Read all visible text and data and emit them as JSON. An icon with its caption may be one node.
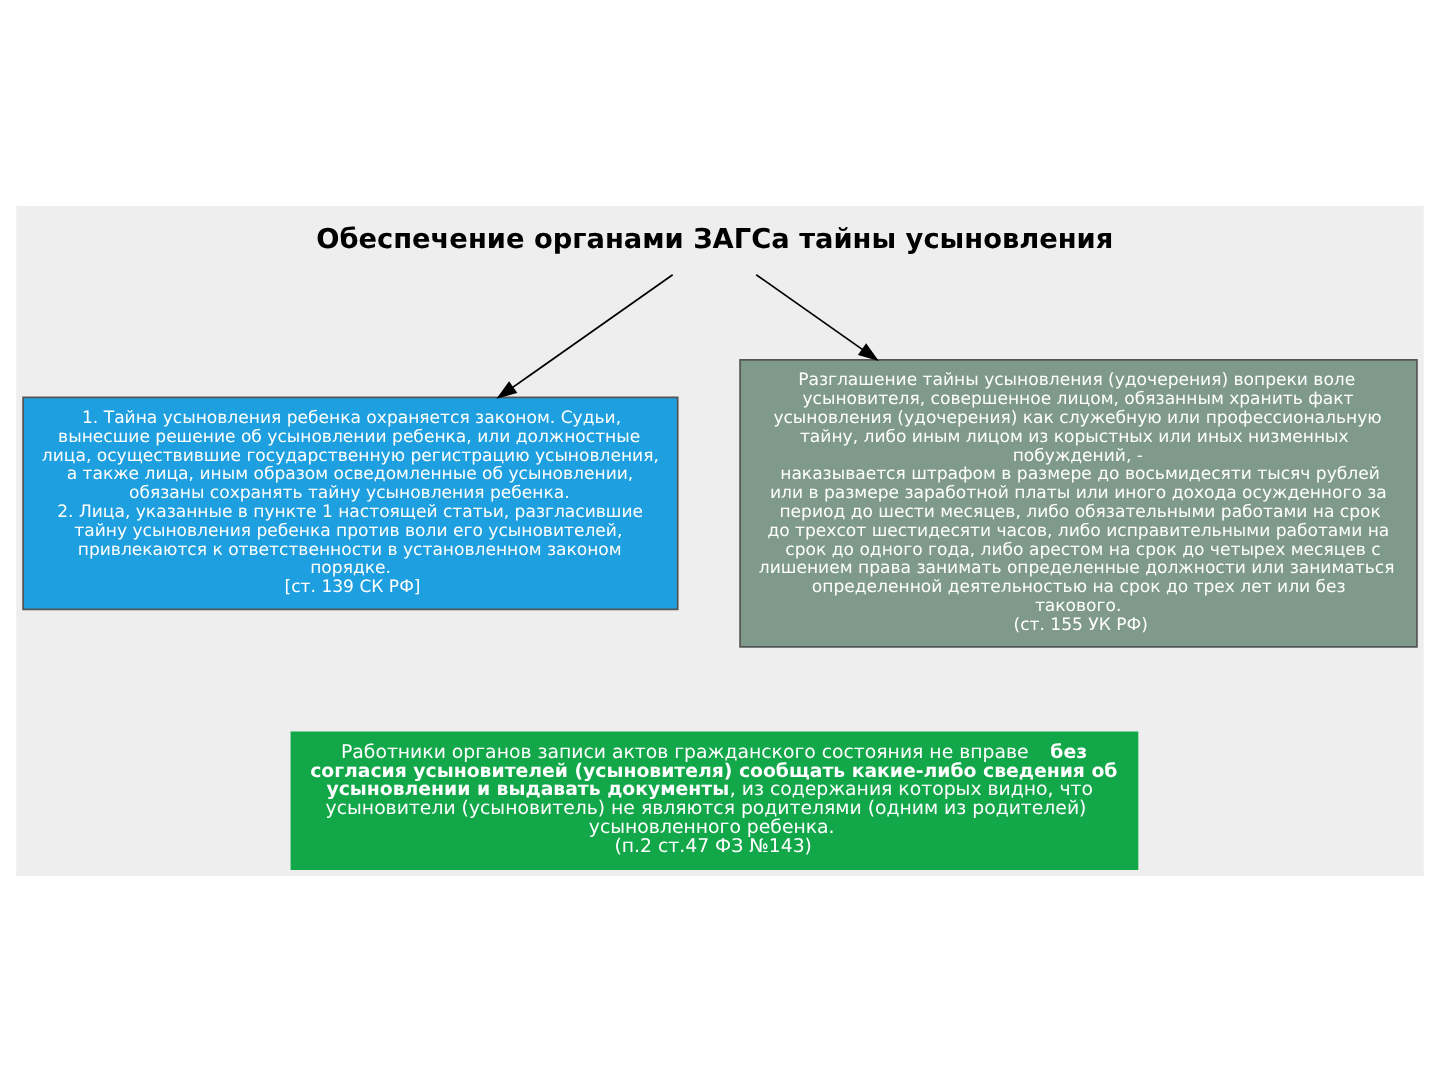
{
  "diagram": {
    "nodes": [
      {
        "text": [
          "Обеспечение органами ЗАГСа тайны усыновления"
        ]
      },
      {
        "text": [
          "1. Тайна усыновления ребенка охраняется законом. Судьи, вынесшие решение об усыновлении ребенка, или должностные лица, осуществившие государственную регистрацию усыновления, а также лица, иным образом осведомленные об усыновлении, обязаны сохранять тайну усыновления ребенка.",
          "2. Лица, указанные в пункте 1 настоящей статьи, разгласившие тайну усыновления ребенка против воли его усыновителей, привлекаются к ответственности в установленном законом порядке.",
          "[ст. 139 СК РФ]"
        ]
      },
      {
        "text": [
          "Разглашение тайны усыновления (удочерения) вопреки воле усыновителя, совершенное лицом, обязанным хранить факт усыновления (удочерения) как служебную или профессиональную тайну, либо иным лицом из корыстных или иных низменных побуждений, -",
          "наказывается штрафом в размере до восьмидесяти тысяч рублей или в размере заработной платы или иного дохода осужденного за период до шести месяцев, либо обязательными работами на срок до трехсот шестидесяти часов, либо исправительными работами на срок до одного года, либо арестом на срок до четырех месяцев с лишением права занимать определенные должности или заниматься определенной деятельностью на срок до трех лет или без такового.",
          "(ст. 155 УК РФ)"
        ]
      },
      {
        "text": [
          "Работники органов записи актов гражданского состояния не вправе **без согласия усыновителей (усыновителя) сообщать какие-либо сведения об усыновлении и выдавать документы**, из содержания которых видно, что усыновители (усыновитель) не являются родителями (одним из родителей) усыновленного ребенка.",
          "(п.2 ст.47 ФЗ №143)"
        ]
      }
    ],
    "edges": [
      {
        "from": 0,
        "to": 1,
        "arrow": "to"
      },
      {
        "from": 0,
        "to": 2,
        "arrow": "to"
      }
    ]
  }
}
